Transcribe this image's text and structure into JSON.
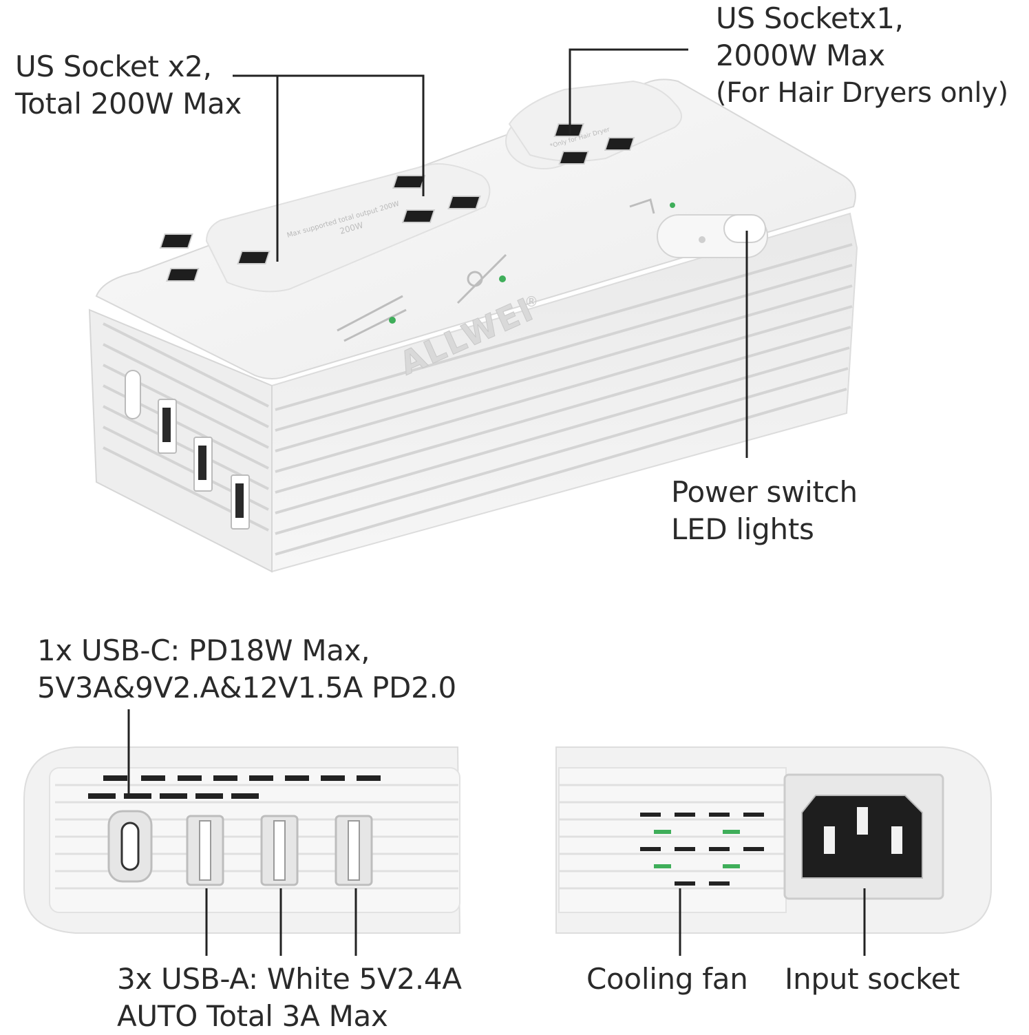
{
  "callouts": {
    "us_socket_x2": [
      "US Socket x2,",
      "Total 200W Max"
    ],
    "us_socket_x1": [
      "US Socketx1,",
      "2000W Max",
      "(For Hair Dryers only)"
    ],
    "power_switch": [
      "Power switch",
      "LED lights"
    ],
    "usb_c": [
      "1x USB-C: PD18W Max,",
      "5V3A&9V2.A&12V1.5A PD2.0"
    ],
    "usb_a": [
      "3x USB-A: White 5V2.4A",
      "AUTO Total 3A Max"
    ],
    "cooling_fan": "Cooling fan",
    "input_socket": "Input socket"
  },
  "product": {
    "brand": "ALLWEI",
    "registered_mark": "®",
    "dual_socket_text": "Max supported total output 200W",
    "dual_socket_badge": "200W",
    "single_socket_text": "*Only for Hair Dryer"
  },
  "colors": {
    "body": "#f4f4f4",
    "edge": "#d9d9d9",
    "line": "#222222",
    "led_green": "#3fae5a"
  }
}
